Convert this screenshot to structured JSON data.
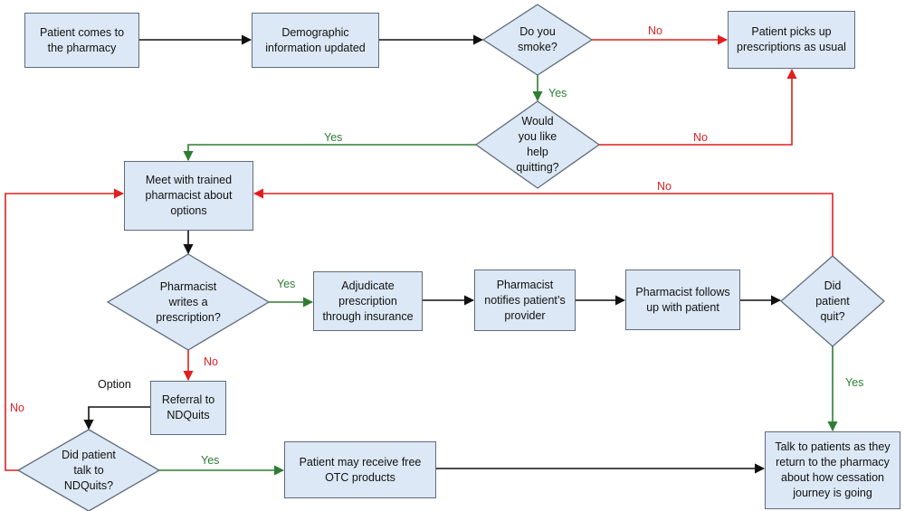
{
  "colors": {
    "box_fill": "#dce8f5",
    "box_border": "#5f6b78",
    "yes_line": "#2e7d32",
    "no_line": "#e21f1f",
    "flow_line": "#111111"
  },
  "nodes": {
    "patient_comes": "Patient comes to\nthe pharmacy",
    "demographic": "Demographic\ninformation updated",
    "do_you_smoke": "Do you\nsmoke?",
    "picks_up": "Patient picks up\nprescriptions as usual",
    "help_quitting": "Would\nyou like\nhelp\nquitting?",
    "meet_pharmacist": "Meet with trained\npharmacist about\noptions",
    "writes_prescription": "Pharmacist\nwrites a\nprescription?",
    "adjudicate": "Adjudicate\nprescription\nthrough insurance",
    "notifies": "Pharmacist\nnotifies patient’s\nprovider",
    "follows_up": "Pharmacist follows\nup with patient",
    "did_quit": "Did\npatient\nquit?",
    "referral": "Referral to\nNDQuits",
    "talk_ndquits": "Did patient\ntalk to\nNDQuits?",
    "otc": "Patient may receive free\nOTC products",
    "talk_patients": "Talk to patients as they\nreturn to the pharmacy\nabout how cessation\njourney is going"
  },
  "edge_labels": {
    "smoke_no": "No",
    "smoke_yes": "Yes",
    "help_yes": "Yes",
    "help_no": "No",
    "quit_no": "No",
    "prescription_yes": "Yes",
    "prescription_no": "No",
    "option": "Option",
    "ndquits_no": "No",
    "quit_yes": "Yes",
    "ndquits_yes": "Yes"
  }
}
